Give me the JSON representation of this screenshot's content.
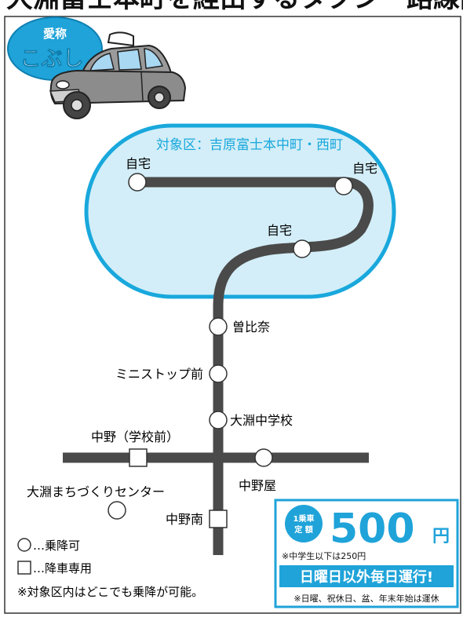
{
  "header": {
    "title_cutoff": "大淵富士本町を経由するタクシー路線図"
  },
  "nickname": {
    "label": "愛称",
    "name": "こぶし"
  },
  "zone": {
    "label": "対象区：吉原富士本中町・西町",
    "home_label": "自宅"
  },
  "stops": {
    "sohina": "曽比奈",
    "ministop": "ミニストップ前",
    "obuchi_chugakko": "大淵中学校",
    "nakano_gakko": "中野（学校前）",
    "nakanoya": "中野屋",
    "nakano_minami": "中野南",
    "obuchi_center": "大淵まちづくりセンター"
  },
  "legend": {
    "circle_text": "…乗降可",
    "square_text": "…降車専用",
    "note": "※対象区内はどこでも乗降が可能。"
  },
  "fare": {
    "badge_line1": "1乗車",
    "badge_line2": "定 額",
    "amount": "500",
    "unit": "円",
    "child_note": "※中学生以下は250円",
    "service": "日曜日以外毎日運行!",
    "holiday_note": "※日曜、祝休日、盆、年末年始は運休"
  },
  "colors": {
    "zone_fill": "#d3eef8",
    "zone_stroke": "#19a8dc",
    "route": "#4a4a4a",
    "fare_blue": "#1fa3d9"
  }
}
